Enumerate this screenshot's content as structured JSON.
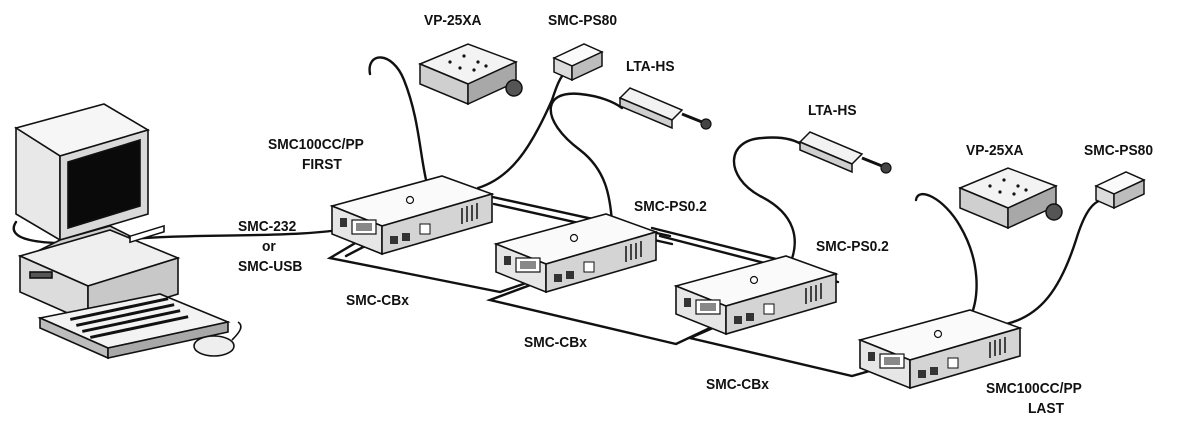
{
  "labels": {
    "stage_top_left": "VP-25XA",
    "ps_top_left": "SMC-PS80",
    "lta_top_left": "LTA-HS",
    "lta_top_right": "LTA-HS",
    "stage_right": "VP-25XA",
    "ps_right": "SMC-PS80",
    "controller_first_line1": "SMC100CC/PP",
    "controller_first_line2": "FIRST",
    "pc_cable_line1": "SMC-232",
    "pc_cable_line2": "or",
    "pc_cable_line3": "SMC-USB",
    "ps02_a": "SMC-PS0.2",
    "ps02_b": "SMC-PS0.2",
    "cbx_a": "SMC-CBx",
    "cbx_b": "SMC-CBx",
    "cbx_c": "SMC-CBx",
    "controller_last_line1": "SMC100CC/PP",
    "controller_last_line2": "LAST"
  },
  "icons": {
    "computer": "desktop-computer-icon",
    "controller": "smc100-controller-icon",
    "stage": "translation-stage-icon",
    "power_supply": "power-supply-icon",
    "actuator": "linear-actuator-icon"
  }
}
